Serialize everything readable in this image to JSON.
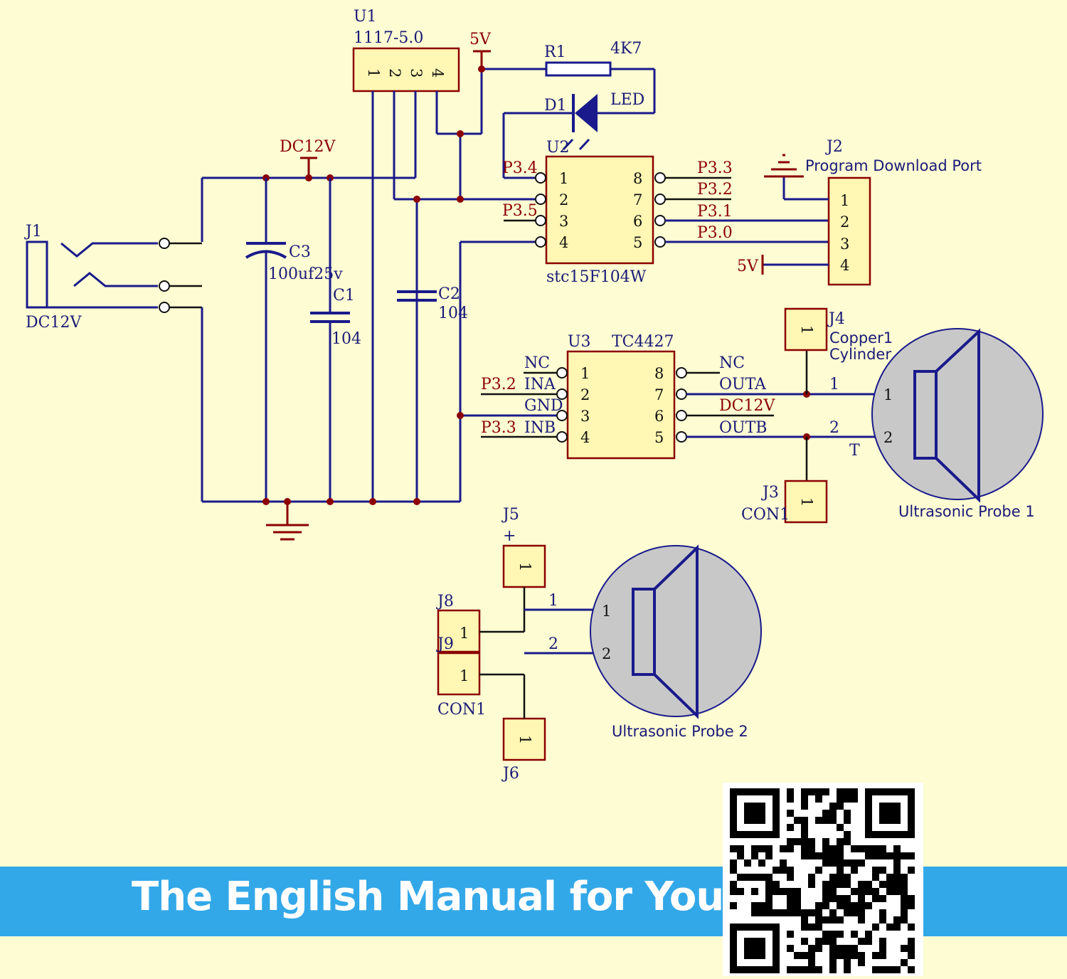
{
  "banner": {
    "text": "The English Manual for You"
  },
  "labels": {
    "u1_ref": "U1",
    "u1_value": "1117-5.0",
    "u1_pins": [
      "1",
      "2",
      "3",
      "4"
    ],
    "v5_top": "5V",
    "r1_ref": "R1",
    "r1_value": "4K7",
    "d1_ref": "D1",
    "d1_value": "LED",
    "dc12v_top": "DC12V",
    "u2_ref": "U2",
    "u2_part": "stc15F104W",
    "u2_left_pins": [
      "1",
      "2",
      "3",
      "4"
    ],
    "u2_right_pins": [
      "8",
      "7",
      "6",
      "5"
    ],
    "u2_net_p34": "P3.4",
    "u2_net_p35": "P3.5",
    "u2_net_p33": "P3.3",
    "u2_net_p32": "P3.2",
    "u2_net_p31": "P3.1",
    "u2_net_p30": "P3.0",
    "j2_ref": "J2",
    "j2_value": "Program Download Port",
    "j2_pins": [
      "1",
      "2",
      "3",
      "4"
    ],
    "v5_j2": "5V",
    "j1_ref": "J1",
    "j1_value": "DC12V",
    "c3_ref": "C3",
    "c3_value": "100uf25v",
    "c1_ref": "C1",
    "c1_value": "104",
    "c2_ref": "C2",
    "c2_value": "104",
    "u3_ref": "U3",
    "u3_value": "TC4427",
    "u3_left_pins": [
      "1",
      "2",
      "3",
      "4"
    ],
    "u3_right_pins": [
      "8",
      "7",
      "6",
      "5"
    ],
    "u3_in_nc": "NC",
    "u3_in_ina": "INA",
    "u3_in_gnd": "GND",
    "u3_in_inb": "INB",
    "u3_net_p32": "P3.2",
    "u3_net_p33": "P3.3",
    "u3_out_nc": "NC",
    "u3_out_outa": "OUTA",
    "u3_out_dc12v": "DC12V",
    "u3_out_outb": "OUTB",
    "j4_ref": "J4",
    "j4_value_1": "Copper1",
    "j4_value_2": "Cylinder",
    "j4_pin": "1",
    "j3_ref": "J3",
    "j3_value": "CON1",
    "j3_pin": "1",
    "probe1_label": "Ultrasonic Probe 1",
    "probe1_pin1": "1",
    "probe1_pin2": "2",
    "probe1_wire1": "1",
    "probe1_wire2": "2",
    "probe1_t": "T",
    "j5_ref": "J5",
    "j5_plus": "+",
    "j5_pin": "1",
    "j8_ref": "J8",
    "j8_pin": "1",
    "j9_ref": "J9",
    "j9_pin": "1",
    "j9_value": "CON1",
    "j6_ref": "J6",
    "j6_pin": "1",
    "probe2_label": "Ultrasonic Probe 2",
    "probe2_pin1": "1",
    "probe2_pin2": "2",
    "probe2_wire1": "1",
    "probe2_wire2": "2"
  },
  "colors": {
    "background": "#fdfcd3",
    "wire": "#1a1a8c",
    "component_outline": "#8b0000",
    "component_fill": "#fff7b3",
    "banner": "#33a8e8",
    "probe_fill": "#c8c8c8"
  },
  "icons": {
    "qr": "qr-code-icon",
    "ground": "ground-symbol-icon"
  }
}
